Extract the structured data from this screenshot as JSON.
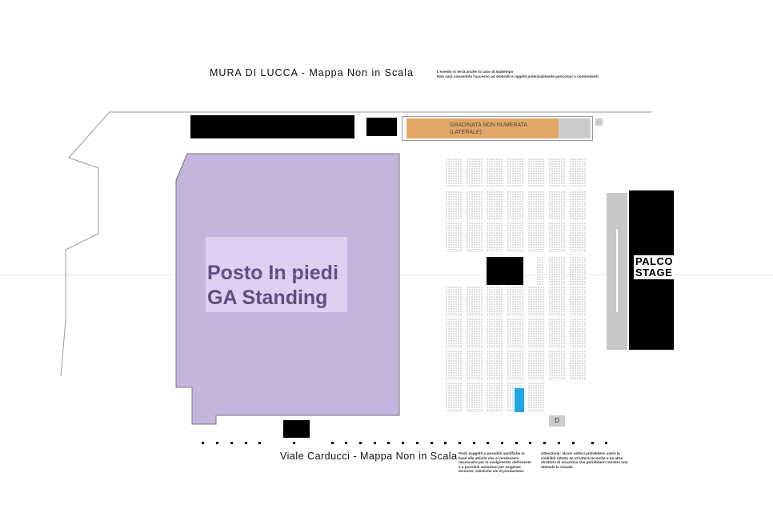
{
  "map": {
    "top_title": "MURA DI LUCCA - Mappa Non in Scala",
    "top_notes": [
      "L'evento si terrà anche in caso di maltempo",
      "Non sarà consentito l'accesso ad ombrelli e oggetti potenzialmente pericolosi o contundenti."
    ],
    "bottom_title": "Viale Carducci - Mappa Non in Scala",
    "bottom_note_left": "Posti soggetti a possibili modifiche in base alle attività che si rendessero necessarie per lo svolgimento dell'evento e a possibili variazioni per esigenze tecniche, artistiche e/o di produzione.",
    "bottom_note_right": "Attenzione: alcuni settori potrebbero avere la visibilità ridotta da strutture tecniche e da altre strutture di sicurezza che potrebbero rendere non ottimale la visuale.",
    "tribune_label": "GRADINATA NON NUMERATA (LATERALE)",
    "ga_label_line1": "Posto In piedi",
    "ga_label_line2": "GA Standing",
    "stage_line1": "PALCO",
    "stage_line2": "STAGE",
    "disabled_marker": "D",
    "colors": {
      "ga": "#c4b5de",
      "ga_label_bg": "#ddd0f0",
      "tribune": "#e3a867",
      "seats": "#dddddd",
      "highlight": "#1ea7e4",
      "stage": "#000000",
      "walkway": "#c8c8c8"
    }
  }
}
